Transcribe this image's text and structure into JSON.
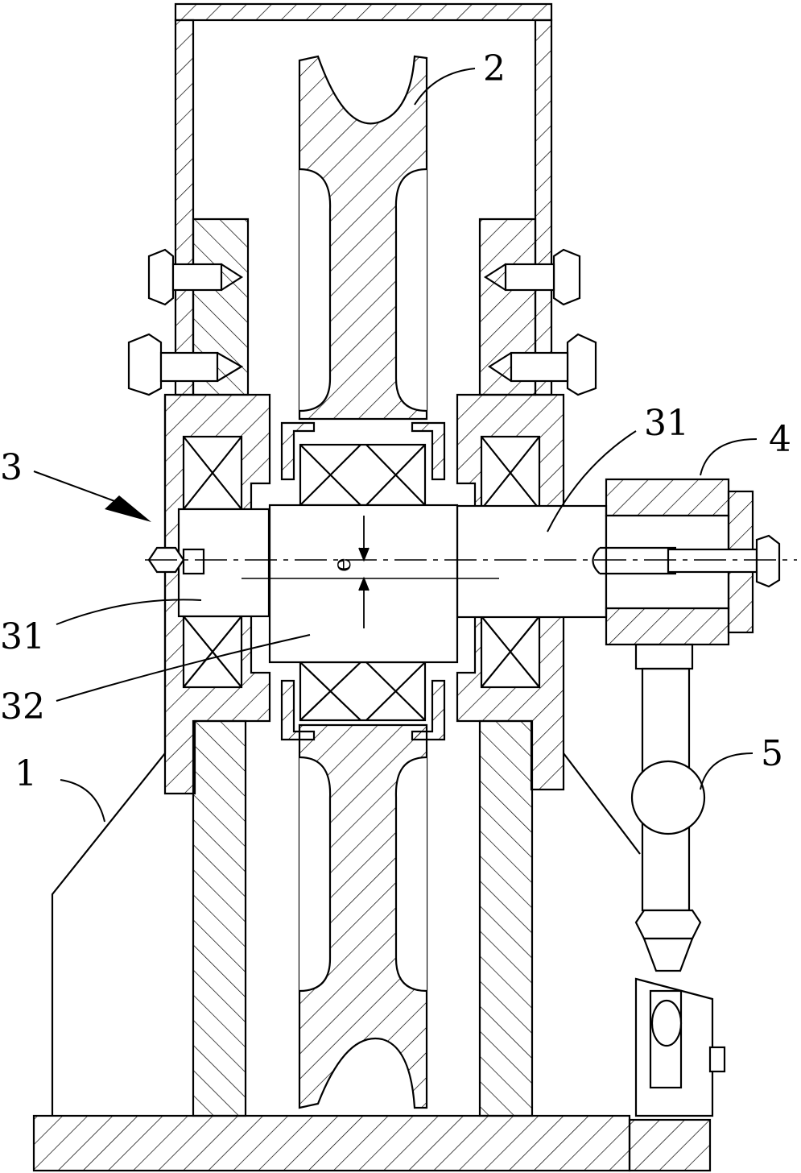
{
  "diagram": {
    "labels": {
      "frame": "1",
      "sheave": "2",
      "adjuster": "3",
      "shaft_left": "31",
      "shaft_right": "31",
      "eccentric": "32",
      "handle_block": "4",
      "knob": "5",
      "eccentricity": "e"
    },
    "colors": {
      "line": "#000000",
      "background": "#ffffff"
    }
  }
}
